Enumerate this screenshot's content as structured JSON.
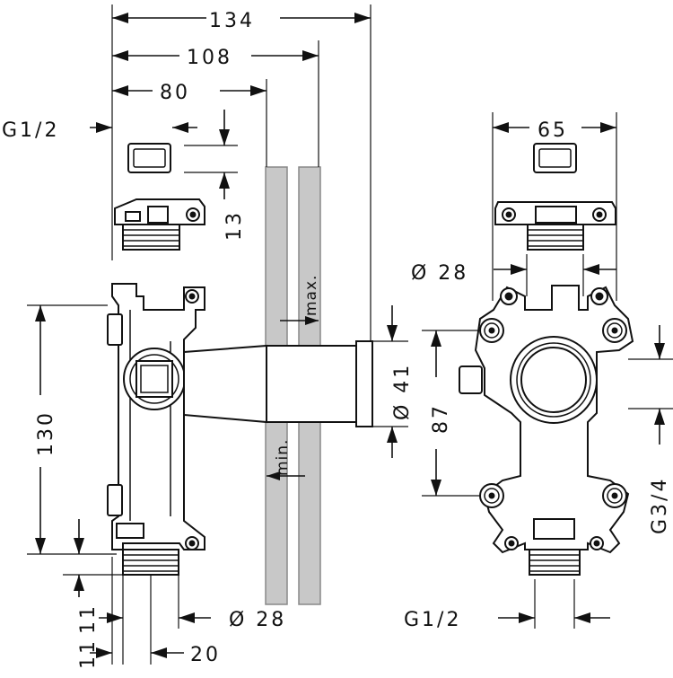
{
  "dimensions": {
    "overall_width": "134",
    "mid_width": "108",
    "inner_width": "80",
    "connection_left_top": "G1/2",
    "connection_bottom_left": "G1/2",
    "connection_right": "G3/4",
    "cap_height": "13",
    "body_height": "130",
    "outlet_diameter_side": "Ø 41",
    "outlet_diameter_bottom": "Ø 28",
    "outlet_diameter_front": "Ø 28",
    "front_width": "65",
    "front_height": "87",
    "offset_a": "11",
    "offset_b": "11",
    "offset_c": "20"
  },
  "labels": {
    "max": "max.",
    "min": "min."
  }
}
